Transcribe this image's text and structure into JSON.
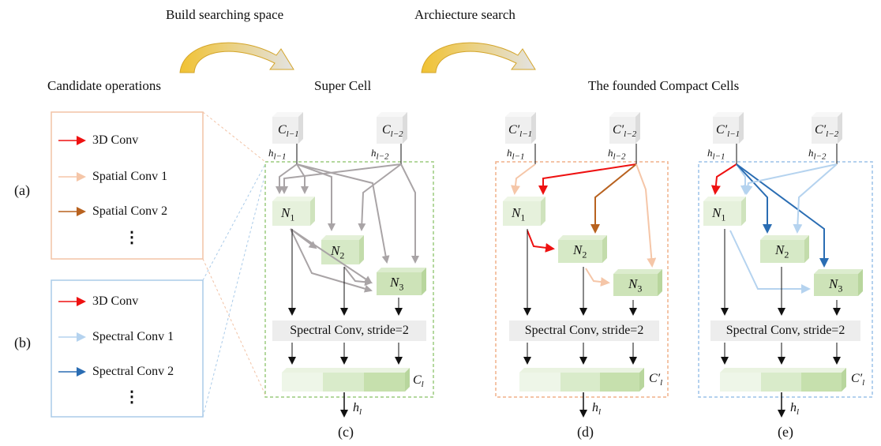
{
  "headers": {
    "build": "Build searching space",
    "search": "Archiecture search",
    "candidates": "Candidate operations",
    "super_cell": "Super Cell",
    "compact": "The founded Compact Cells"
  },
  "row_labels": {
    "a": "(a)",
    "b": "(b)"
  },
  "legend_a": [
    {
      "label": "3D Conv",
      "color": "#ee1111"
    },
    {
      "label": "Spatial Conv 1",
      "color": "#f5c6a8"
    },
    {
      "label": "Spatial Conv 2",
      "color": "#b8621f"
    }
  ],
  "legend_b": [
    {
      "label": "3D Conv",
      "color": "#ee1111"
    },
    {
      "label": "Spectral Conv 1",
      "color": "#b5d3ef"
    },
    {
      "label": "Spectral Conv 2",
      "color": "#2a6db3"
    }
  ],
  "ellipsis": "⋮",
  "cells": {
    "c": {
      "caption": "(c)",
      "spectral": "Spectral Conv, stride=2",
      "border": "#9ccc7e"
    },
    "d": {
      "caption": "(d)",
      "spectral": "Spectral Conv, stride=2",
      "border": "#f0b08a"
    },
    "e": {
      "caption": "(e)",
      "spectral": "Spectral Conv, stride=2",
      "border": "#9cc2e8"
    }
  },
  "symbols": {
    "c_in1": "C",
    "c_in1_sub": "l−1",
    "c_in2": "C",
    "c_in2_sub": "l−2",
    "cp_in1": "C′",
    "cp_in1_sub": "l−1",
    "cp_in2": "C′",
    "cp_in2_sub": "l−2",
    "h1": "h",
    "h1_sub": "l−1",
    "h2": "h",
    "h2_sub": "l−2",
    "n1": "N",
    "n1_sub": "1",
    "n2": "N",
    "n2_sub": "2",
    "n3": "N",
    "n3_sub": "3",
    "out_c": "C",
    "out_c_sub": "l",
    "out_cp": "C′",
    "out_cp_sub": "l",
    "out_h": "h",
    "out_h_sub": "l"
  },
  "colors": {
    "gray_edge": "#a9a4a6",
    "red": "#ee1111",
    "spatial1": "#f5c6a8",
    "spatial2": "#b8621f",
    "spectral1": "#b5d3ef",
    "spectral2": "#2a6db3",
    "node_face": "#e3f0d8",
    "input_face": "#efefef"
  }
}
